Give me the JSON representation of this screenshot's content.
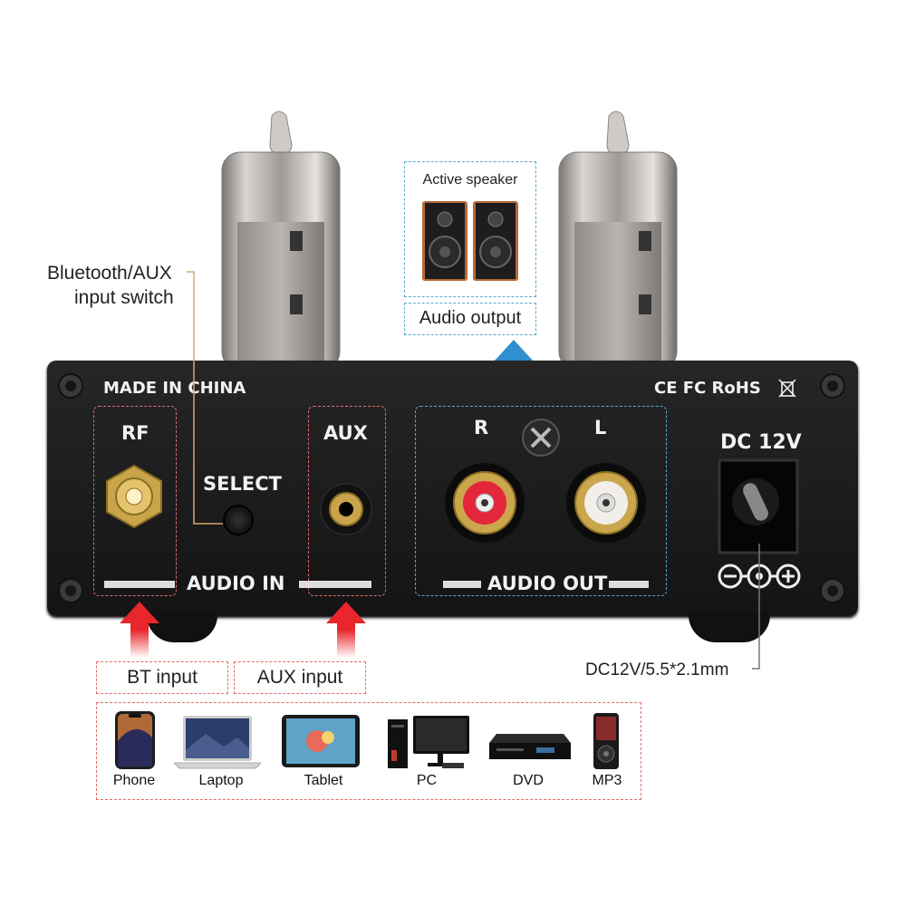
{
  "callouts": {
    "bt_aux_switch_line1": "Bluetooth/AUX",
    "bt_aux_switch_line2": "input switch",
    "active_speaker": "Active speaker",
    "audio_output": "Audio output",
    "dc_spec": "DC12V/5.5*2.1mm",
    "bt_input": "BT input",
    "aux_input": "AUX input"
  },
  "panel": {
    "made_in": "MADE IN CHINA",
    "certs": "CE FC RoHS",
    "rf": "RF",
    "select": "SELECT",
    "aux": "AUX",
    "audio_in": "AUDIO IN",
    "r": "R",
    "l": "L",
    "audio_out": "AUDIO OUT",
    "dc": "DC 12V"
  },
  "devices": [
    {
      "label": "Phone",
      "icon": "phone-icon"
    },
    {
      "label": "Laptop",
      "icon": "laptop-icon"
    },
    {
      "label": "Tablet",
      "icon": "tablet-icon"
    },
    {
      "label": "PC",
      "icon": "pc-icon"
    },
    {
      "label": "DVD",
      "icon": "dvd-icon"
    },
    {
      "label": "MP3",
      "icon": "mp3-icon"
    }
  ],
  "colors": {
    "panel": "#1b1b1c",
    "arrow_red": "#e8262b",
    "arrow_blue": "#2f8fd0",
    "dash_red": "#e26b6b",
    "dash_blue": "#5aa7cf"
  }
}
